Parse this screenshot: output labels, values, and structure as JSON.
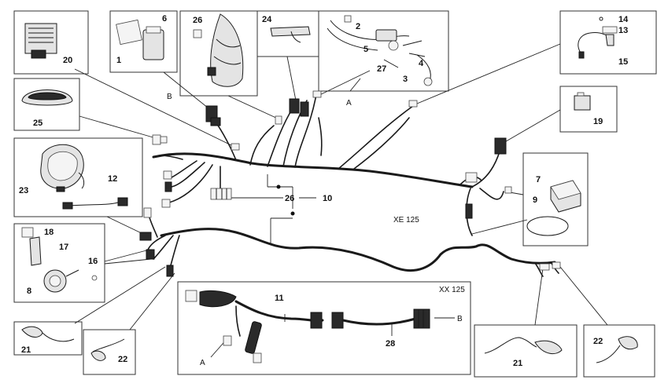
{
  "models": {
    "main": "XE 125",
    "inset": "XX 125"
  },
  "letters": {
    "a": "A",
    "b": "B"
  },
  "callouts": {
    "n1": "1",
    "n2": "2",
    "n3": "3",
    "n4": "4",
    "n5": "5",
    "n6": "6",
    "n7": "7",
    "n8": "8",
    "n9": "9",
    "n10": "10",
    "n11": "11",
    "n12": "12",
    "n13": "13",
    "n14": "14",
    "n15": "15",
    "n16": "16",
    "n17": "17",
    "n18": "18",
    "n19": "19",
    "n20": "20",
    "n21": "21",
    "n22": "22",
    "n23": "23",
    "n24": "24",
    "n25": "25",
    "n26": "26",
    "n27": "27",
    "n28": "28"
  }
}
